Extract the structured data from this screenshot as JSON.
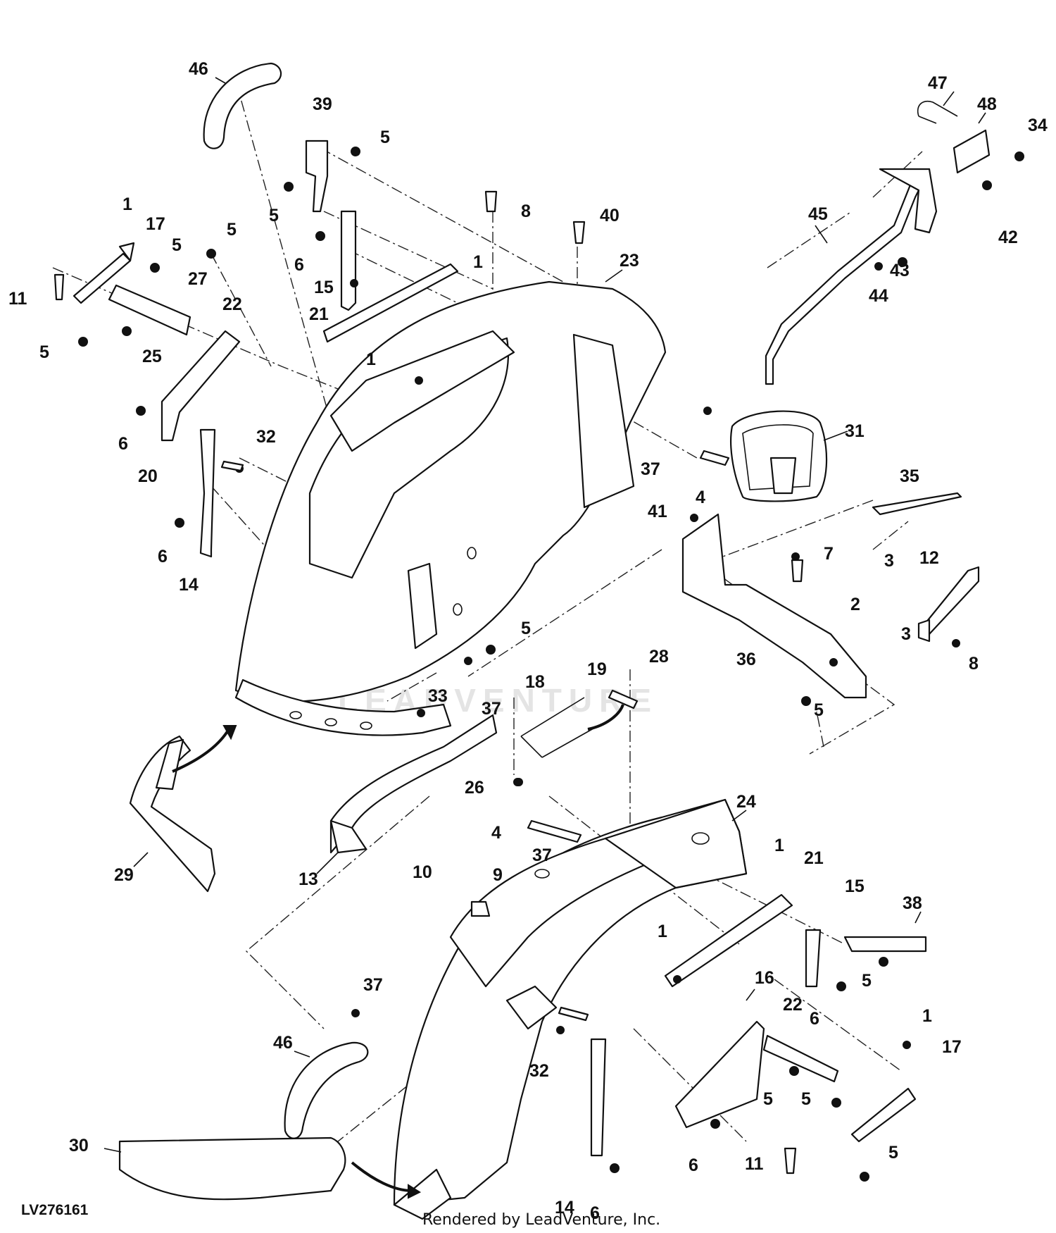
{
  "diagram": {
    "figure_id": "LV276161",
    "credit": "Rendered by LeadVenture, Inc.",
    "watermark": "LEADVENTURE",
    "callouts": [
      {
        "id": "c46a",
        "label": "46"
      },
      {
        "id": "c39",
        "label": "39"
      },
      {
        "id": "c5a",
        "label": "5"
      },
      {
        "id": "c47",
        "label": "47"
      },
      {
        "id": "c48",
        "label": "48"
      },
      {
        "id": "c34",
        "label": "34"
      },
      {
        "id": "c1a",
        "label": "1"
      },
      {
        "id": "c17a",
        "label": "17"
      },
      {
        "id": "c5b",
        "label": "5"
      },
      {
        "id": "c5c",
        "label": "5"
      },
      {
        "id": "c5d",
        "label": "5"
      },
      {
        "id": "c8a",
        "label": "8"
      },
      {
        "id": "c40",
        "label": "40"
      },
      {
        "id": "c45",
        "label": "45"
      },
      {
        "id": "c42",
        "label": "42"
      },
      {
        "id": "c6a",
        "label": "6"
      },
      {
        "id": "c23",
        "label": "23"
      },
      {
        "id": "c1b",
        "label": "1"
      },
      {
        "id": "c43",
        "label": "43"
      },
      {
        "id": "c11a",
        "label": "11"
      },
      {
        "id": "c27",
        "label": "27"
      },
      {
        "id": "c15a",
        "label": "15"
      },
      {
        "id": "c44",
        "label": "44"
      },
      {
        "id": "c22a",
        "label": "22"
      },
      {
        "id": "c21a",
        "label": "21"
      },
      {
        "id": "c5e",
        "label": "5"
      },
      {
        "id": "c25",
        "label": "25"
      },
      {
        "id": "c1c",
        "label": "1"
      },
      {
        "id": "c32a",
        "label": "32"
      },
      {
        "id": "c6b",
        "label": "6"
      },
      {
        "id": "c31",
        "label": "31"
      },
      {
        "id": "c20",
        "label": "20"
      },
      {
        "id": "c37a",
        "label": "37"
      },
      {
        "id": "c4a",
        "label": "4"
      },
      {
        "id": "c35",
        "label": "35"
      },
      {
        "id": "c41",
        "label": "41"
      },
      {
        "id": "c6c",
        "label": "6"
      },
      {
        "id": "c3a",
        "label": "3"
      },
      {
        "id": "c12",
        "label": "12"
      },
      {
        "id": "c7",
        "label": "7"
      },
      {
        "id": "c14a",
        "label": "14"
      },
      {
        "id": "c2",
        "label": "2"
      },
      {
        "id": "c3b",
        "label": "3"
      },
      {
        "id": "c5f",
        "label": "5"
      },
      {
        "id": "c8b",
        "label": "8"
      },
      {
        "id": "c36",
        "label": "36"
      },
      {
        "id": "c28",
        "label": "28"
      },
      {
        "id": "c19",
        "label": "19"
      },
      {
        "id": "c18",
        "label": "18"
      },
      {
        "id": "c37b",
        "label": "37"
      },
      {
        "id": "c33",
        "label": "33"
      },
      {
        "id": "c5g",
        "label": "5"
      },
      {
        "id": "c26",
        "label": "26"
      },
      {
        "id": "c24",
        "label": "24"
      },
      {
        "id": "c4b",
        "label": "4"
      },
      {
        "id": "c37c",
        "label": "37"
      },
      {
        "id": "c1d",
        "label": "1"
      },
      {
        "id": "c21b",
        "label": "21"
      },
      {
        "id": "c29",
        "label": "29"
      },
      {
        "id": "c13",
        "label": "13"
      },
      {
        "id": "c10",
        "label": "10"
      },
      {
        "id": "c9",
        "label": "9"
      },
      {
        "id": "c15b",
        "label": "15"
      },
      {
        "id": "c38",
        "label": "38"
      },
      {
        "id": "c1e",
        "label": "1"
      },
      {
        "id": "c5h",
        "label": "5"
      },
      {
        "id": "c16",
        "label": "16"
      },
      {
        "id": "c37d",
        "label": "37"
      },
      {
        "id": "c22b",
        "label": "22"
      },
      {
        "id": "c6d",
        "label": "6"
      },
      {
        "id": "c1f",
        "label": "1"
      },
      {
        "id": "c46b",
        "label": "46"
      },
      {
        "id": "c17b",
        "label": "17"
      },
      {
        "id": "c32b",
        "label": "32"
      },
      {
        "id": "c5i",
        "label": "5"
      },
      {
        "id": "c5j",
        "label": "5"
      },
      {
        "id": "c30",
        "label": "30"
      },
      {
        "id": "c6e",
        "label": "6"
      },
      {
        "id": "c11b",
        "label": "11"
      },
      {
        "id": "c5k",
        "label": "5"
      },
      {
        "id": "c14b",
        "label": "14"
      },
      {
        "id": "c6f",
        "label": "6"
      }
    ]
  }
}
